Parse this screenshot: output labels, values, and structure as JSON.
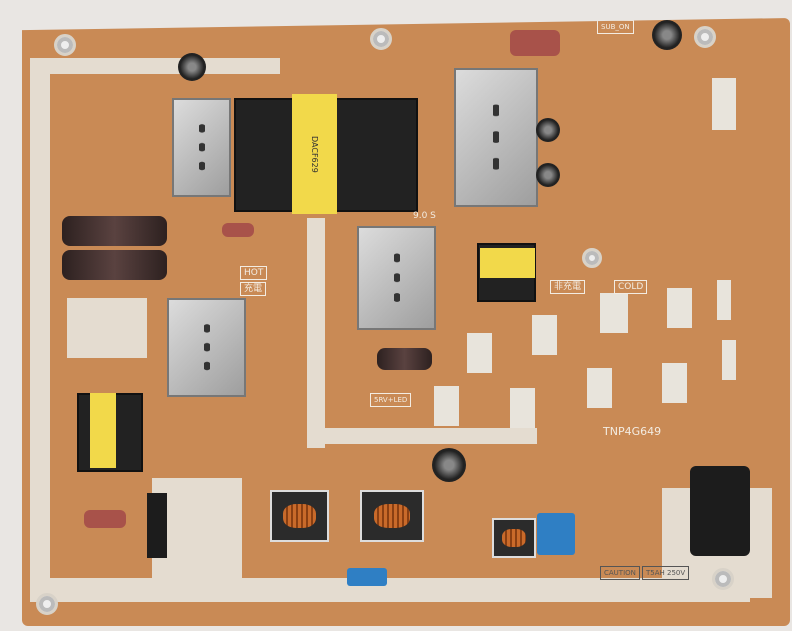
{
  "board": {
    "model_label": "TNP4G649",
    "hot_label": "HOT",
    "charge_label": "充電",
    "non_charge_label": "非充電",
    "cold_label": "COLD",
    "caution_label": "CAUTION",
    "fuse_rating": "T5AH 250V",
    "led_label": "5RV+LED",
    "sub_on_label": "SUB_ON",
    "voltage_label": "9.0 S"
  },
  "colors": {
    "pcb": "#c98a55",
    "trace": "#e4dcd0",
    "transformer_label": "#f2d94a"
  }
}
